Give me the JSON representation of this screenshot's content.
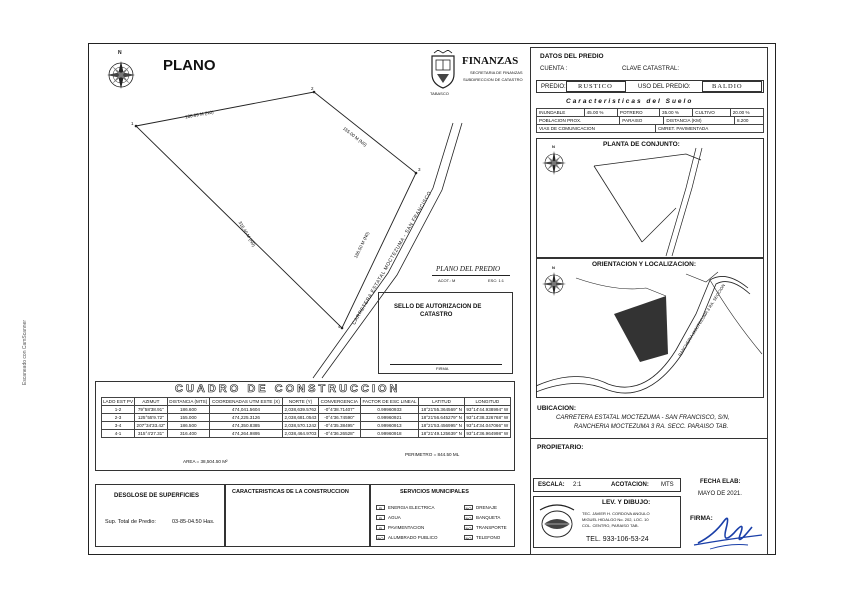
{
  "side_note": "Escaneado con CamScanner",
  "plano": {
    "title": "PLANO",
    "segment_labels": [
      "186.69 M (N0)",
      "155.00 M (N0)",
      "316.40 M (N0)",
      "186.50 M (N0)"
    ],
    "vertex_labels": [
      "1",
      "2",
      "3",
      "4"
    ],
    "road_label": "CARRETERA ESTATAL MOCTEZUMA - SAN FRANCISCO",
    "compass_label": "N"
  },
  "finanzas": {
    "title": "FINANZAS",
    "line1": "SECRETARIA DE FINANZAS",
    "line2": "SUBDIRECCION DE CATASTRO",
    "state": "TABASCO"
  },
  "plano_predio": {
    "title": "PLANO DEL PREDIO",
    "acot": "ACOT.: M",
    "esc": "ESC: 1:1"
  },
  "sello": {
    "title_line1": "SELLO DE AUTORIZACION DE",
    "title_line2": "CATASTRO",
    "firma": "FIRMA"
  },
  "cuadro": {
    "title": "CUADRO DE CONSTRUCCION",
    "headers": [
      "LADO EST PV",
      "AZIMUT",
      "DISTANCIA (MTS)",
      "COORDENADAS UTM ESTE (X)",
      "NORTE (Y)",
      "CONVERGENCIA",
      "FACTOR DE ESC LINEAL",
      "LATITUD",
      "LONGITUD"
    ],
    "rows": [
      [
        "1-2",
        "79°58'38.91\"",
        "186.600",
        "474,041.5604",
        "2,038,639.5762",
        "-0°4'38.71407\"",
        "0.99960933",
        "18°21'55.364569\" N",
        "93°14'44.938994\" W"
      ],
      [
        "2-3",
        "125°55'9.72\"",
        "155.000",
        "474,225.3126",
        "2,038,681.0543",
        "-0°4'36.74590\"",
        "0.99960921",
        "18°21'56.645279\" N",
        "93°14'38.326768\" W"
      ],
      [
        "3-4",
        "207°34'33.42\"",
        "186.500",
        "474,350.8385",
        "2,038,570.1242",
        "-0°4'35.38495\"",
        "0.99960913",
        "18°21'53.456995\" N",
        "93°14'34.047066\" W"
      ],
      [
        "4-1",
        "315°4'27.31\"",
        "316.400",
        "474,264.9895",
        "2,038,464.9703",
        "-0°4'36.26528\"",
        "0.99960918",
        "18°21'49.125639\" N",
        "93°14'36.964998\" W"
      ]
    ],
    "area": "AREA = 38,504.50 M²",
    "perimetro": "PERIMETRO = 844.50 ML"
  },
  "desglose": {
    "title": "DESGLOSE DE SUPERFICIES",
    "label": "Sup. Total de Predio:",
    "value": "03-85-04.50 Has."
  },
  "caracteristicas_construccion": {
    "title": "CARACTERISTICAS DE LA CONSTRUCCION"
  },
  "servicios": {
    "title": "SERVICIOS MUNICIPALES",
    "left": [
      {
        "mark": "SI",
        "label": "ENERGIA ELECTRICA"
      },
      {
        "mark": "SI",
        "label": "AGUA"
      },
      {
        "mark": "SI",
        "label": "PAVIMENTACION"
      },
      {
        "mark": "NO",
        "label": "ALUMBRADO PUBLICO"
      }
    ],
    "right": [
      {
        "mark": "NO",
        "label": "DRENAJE"
      },
      {
        "mark": "NO",
        "label": "BANQUETA"
      },
      {
        "mark": "NO",
        "label": "TRANSPORTE"
      },
      {
        "mark": "NO",
        "label": "TELEFONO"
      }
    ]
  },
  "datos": {
    "title": "DATOS DEL PREDIO",
    "cuenta_label": "CUENTA :",
    "clave_label": "CLAVE CATASTRAL:",
    "predio_label": "PREDIO:",
    "predio_value": "RUSTICO",
    "uso_label": "USO DEL PREDIO:",
    "uso_value": "BALDIO"
  },
  "suelo": {
    "title": "Caracteristicas del Suelo",
    "row1": [
      "INUNDABLE",
      "45.00 %",
      "POTRERO",
      "35.00 %",
      "CULTIVO",
      "20.00 %"
    ],
    "row2": [
      "POBLACION PROX.",
      "PARAISO",
      "DISTANCIA (KM)",
      "8.200"
    ],
    "row3": [
      "VIAS DE COMUNICACION",
      "CMRET. PAVIMENTADA"
    ]
  },
  "planta": {
    "title": "PLANTA DE CONJUNTO:",
    "compass_label": "N"
  },
  "orientacion": {
    "title": "ORIENTACION Y LOCALIZACION:",
    "road_label": "RANCHERIA MOCTEZUMA 3 RA. SECCION",
    "compass_label": "N"
  },
  "ubicacion": {
    "title": "UBICACION:",
    "line1": "CARRETERA ESTATAL MOCTEZUMA - SAN FRANCISCO, S/N,",
    "line2": "RANCHERIA MOCTEZUMA 3 RA. SECC. PARAISO TAB."
  },
  "propietario": {
    "title": "PROPIETARIO:"
  },
  "escala": {
    "escala_label": "ESCALA:",
    "escala_value": "2:1",
    "acot_label": "ACOTACION:",
    "acot_value": "MTS",
    "fecha_label": "FECHA ELAB:",
    "fecha_value": "MAYO DE 2021."
  },
  "levantamiento": {
    "title": "LEV. Y DIBUJO:",
    "line1": "TEC. JAVIER H. CORDOVA ANGULO",
    "line2": "MIGUEL HIDALGO No. 202, LOC. 10",
    "line3": "COL. CENTRO, PARAISO TAB.",
    "tel": "TEL. 933-106-53-24",
    "firma_label": "FIRMA:"
  }
}
